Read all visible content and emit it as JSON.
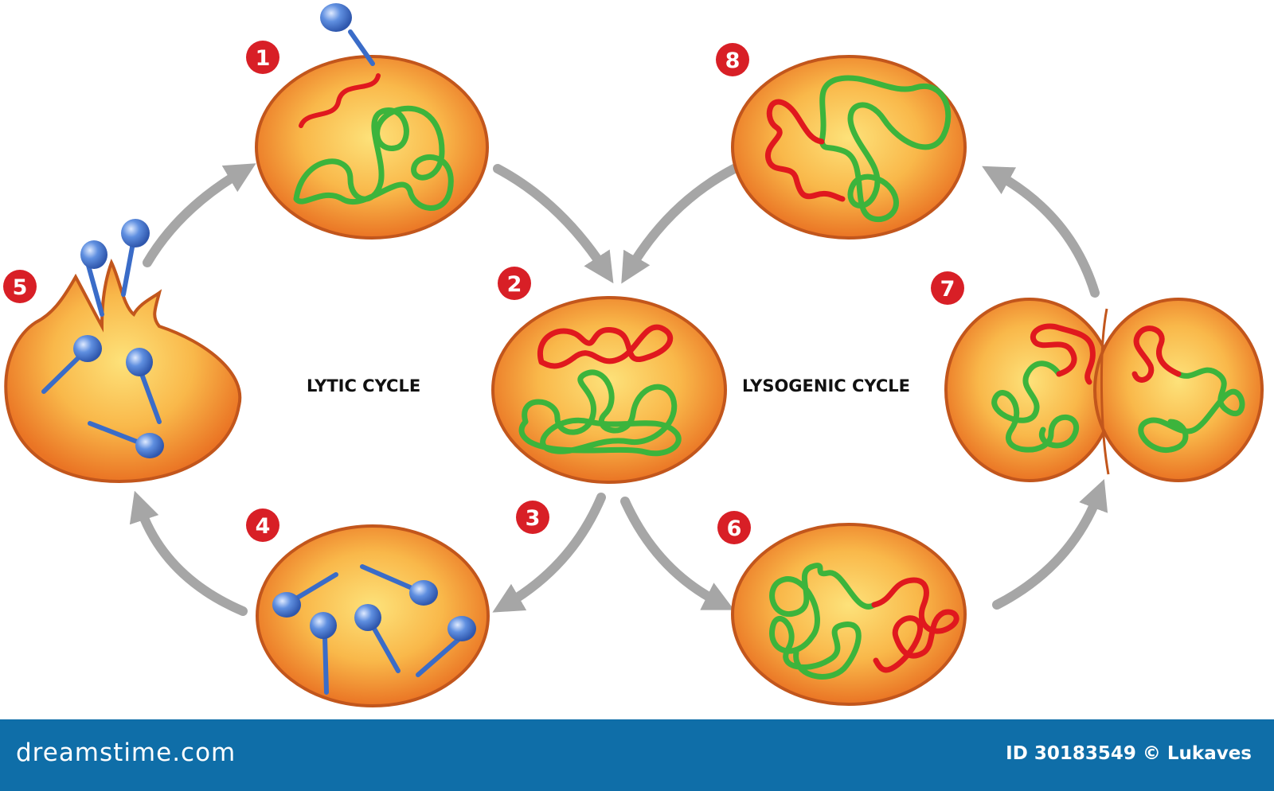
{
  "diagram": {
    "labels": {
      "lytic": "LYTIC CYCLE",
      "lysogenic": "LYSOGENIC CYCLE"
    },
    "steps": [
      "1",
      "2",
      "3",
      "4",
      "5",
      "6",
      "7",
      "8"
    ],
    "colors": {
      "cell_fill": "#f28c2e",
      "cell_highlight": "#fde27a",
      "cell_outline": "#c2561c",
      "host_dna": "#3cb43c",
      "phage_dna": "#e0181e",
      "phage": "#3a6cc8",
      "arrow": "#a6a6a6",
      "step_badge": "#d81f26"
    }
  },
  "footer": {
    "brand": "dreamstime.com",
    "credit": "ID 30183549 © Lukaves"
  }
}
